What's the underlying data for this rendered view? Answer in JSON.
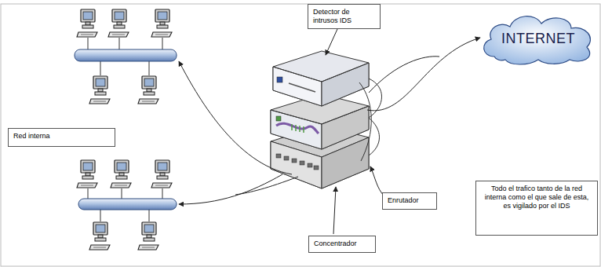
{
  "diagram": {
    "nodes": [
      {
        "text": [
          "Detector de intrusos IDS"
        ]
      },
      {
        "text": [
          "INTERNET"
        ]
      },
      {
        "text": [
          "Red interna"
        ]
      },
      {
        "text": [
          "Enrutador"
        ]
      },
      {
        "text": [
          "Todo el trafico tanto de la red interna como el que sale de esta, es vigilado por el IDS"
        ]
      },
      {
        "text": [
          "Concentrador"
        ]
      }
    ]
  }
}
